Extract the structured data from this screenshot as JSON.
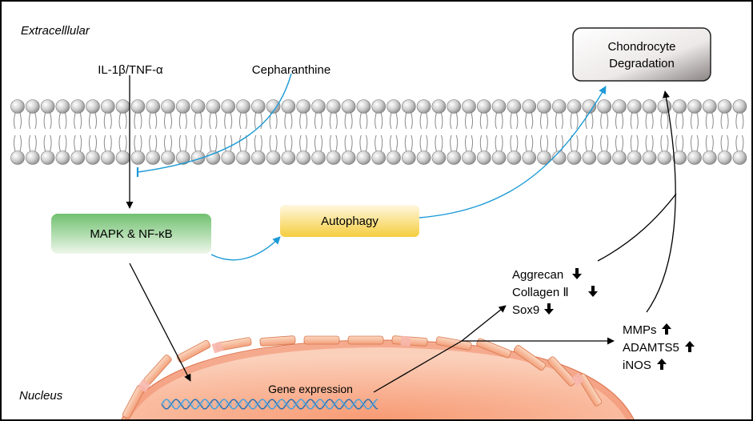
{
  "labels": {
    "extracellular": "Extracelllular",
    "nucleus": "Nucleus",
    "il1b": "IL-1β/TNF-α",
    "cepharanthine": "Cepharanthine",
    "chondrocyte_line1": "Chondrocyte",
    "chondrocyte_line2": "Degradation",
    "mapk": "MAPK & NF-κB",
    "autophagy": "Autophagy",
    "gene_expression": "Gene expression"
  },
  "down_markers": [
    "Aggrecan",
    "Collagen Ⅱ",
    "Sox9"
  ],
  "up_markers": [
    "MMPs",
    "ADAMTS5",
    "iNOS"
  ],
  "colors": {
    "inhibit_arrow": "#1b9ad6",
    "activate_arrow": "#000000",
    "mapk_box": "#7cc67c",
    "autophagy_box": "#f7d24f",
    "chondrocyte_box": "#b8b4b3",
    "nucleus": "#f7a585",
    "membrane_bead": "#bdbdbd"
  }
}
